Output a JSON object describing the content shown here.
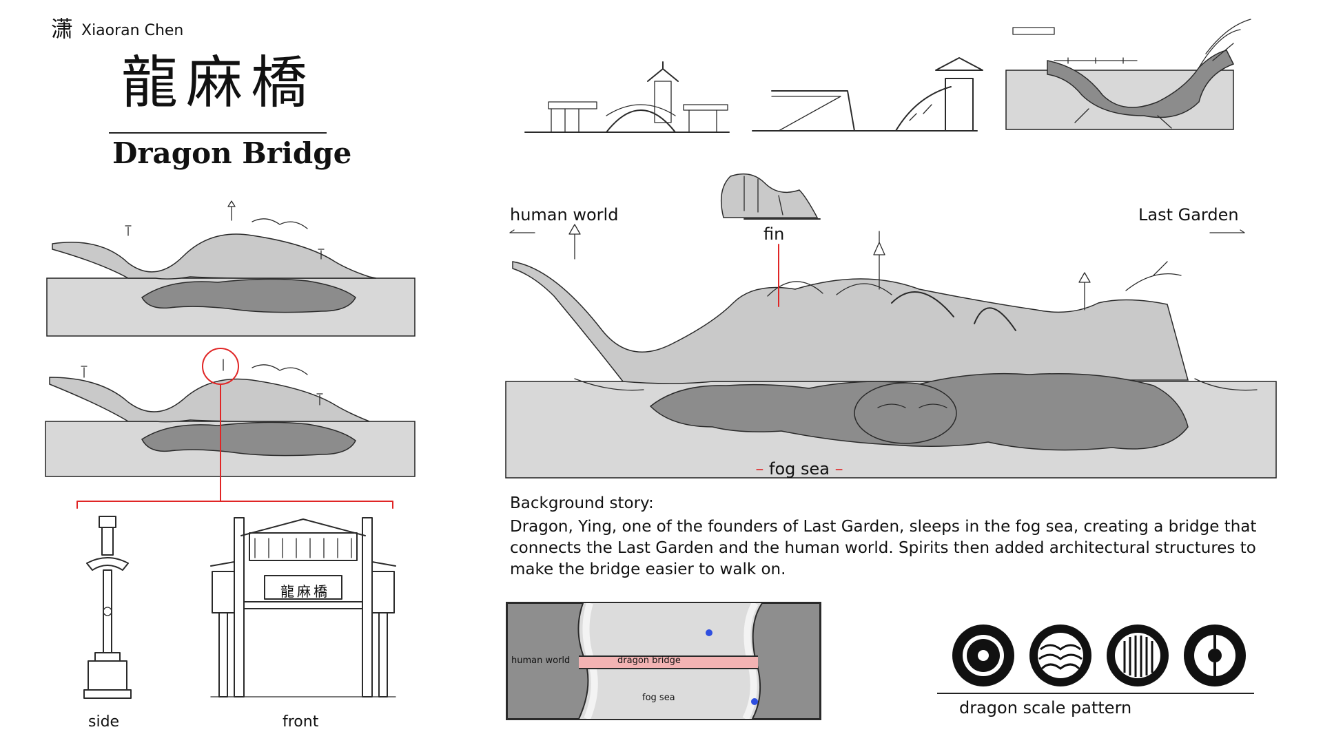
{
  "author": {
    "seal_glyph": "潇",
    "name": "Xiaoran Chen"
  },
  "title": {
    "chinese": "龍麻橋",
    "english": "Dragon Bridge"
  },
  "labels": {
    "human_world": "human world",
    "last_garden": "Last Garden",
    "fin": "fin",
    "fog_sea": "fog sea",
    "side": "side",
    "front": "front"
  },
  "gate_sign": "龍麻橋",
  "story": {
    "heading": "Background story:",
    "body": "Dragon, Ying, one of the founders of Last Garden, sleeps in the fog sea, creating a bridge that connects the Last Garden and the human world. Spirits then added architectural structures to make the bridge easier to walk on."
  },
  "map": {
    "human_world": "human world",
    "dragon_bridge": "dragon bridge",
    "fog_sea": "fog sea"
  },
  "scale_caption": "dragon scale pattern",
  "colors": {
    "accent_red": "#e02525",
    "fog_gray": "#d8d8d8",
    "dragon_gray": "#8c8c8c",
    "bridge_pink": "#f3b3b3",
    "marker_blue": "#2f4fe0"
  }
}
